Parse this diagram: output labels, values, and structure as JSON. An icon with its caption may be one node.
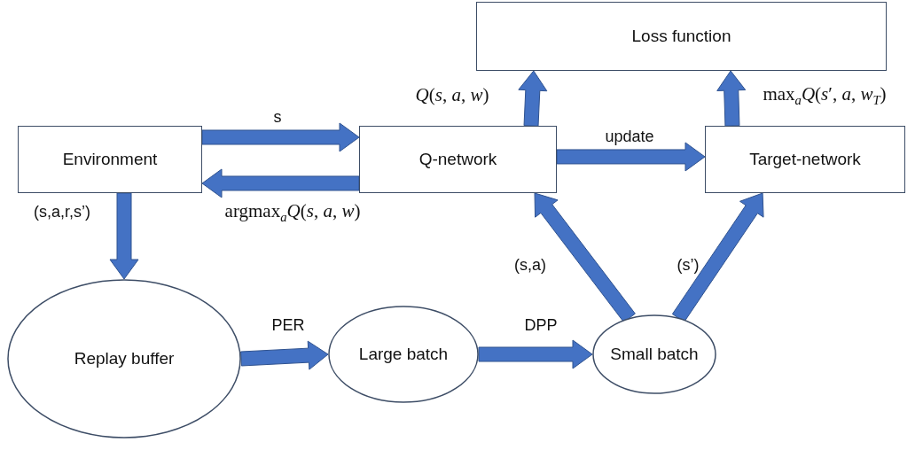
{
  "diagram": {
    "nodes": [
      {
        "text": [
          "Loss function"
        ]
      },
      {
        "text": [
          "Environment"
        ]
      },
      {
        "text": [
          "Q-network"
        ]
      },
      {
        "text": [
          "Target-network"
        ]
      },
      {
        "text": [
          "Replay buffer"
        ]
      },
      {
        "text": [
          "Large batch"
        ]
      },
      {
        "text": [
          "Small batch"
        ]
      }
    ],
    "edges": [
      {
        "from": 1,
        "to": 2,
        "arrow": "to",
        "label": "s"
      },
      {
        "from": 2,
        "to": 1,
        "arrow": "to",
        "label": "argmax$_{a}$*Q*(*s*, *a*, *w*)"
      },
      {
        "from": 2,
        "to": 0,
        "arrow": "to",
        "label": "*Q*(*s*, *a*, *w*)"
      },
      {
        "from": 3,
        "to": 0,
        "arrow": "to",
        "label": "max$_{a}$*Q*(*s*′, *a*, *w*$_{T}$)"
      },
      {
        "from": 2,
        "to": 3,
        "arrow": "to",
        "label": "update"
      },
      {
        "from": 1,
        "to": 4,
        "arrow": "to",
        "label": "(s,a,r,s’)"
      },
      {
        "from": 4,
        "to": 5,
        "arrow": "to",
        "label": "PER"
      },
      {
        "from": 5,
        "to": 6,
        "arrow": "to",
        "label": "DPP"
      },
      {
        "from": 6,
        "to": 2,
        "arrow": "to",
        "label": "(s,a)"
      },
      {
        "from": 6,
        "to": 3,
        "arrow": "to",
        "label": "(s’)"
      }
    ]
  }
}
